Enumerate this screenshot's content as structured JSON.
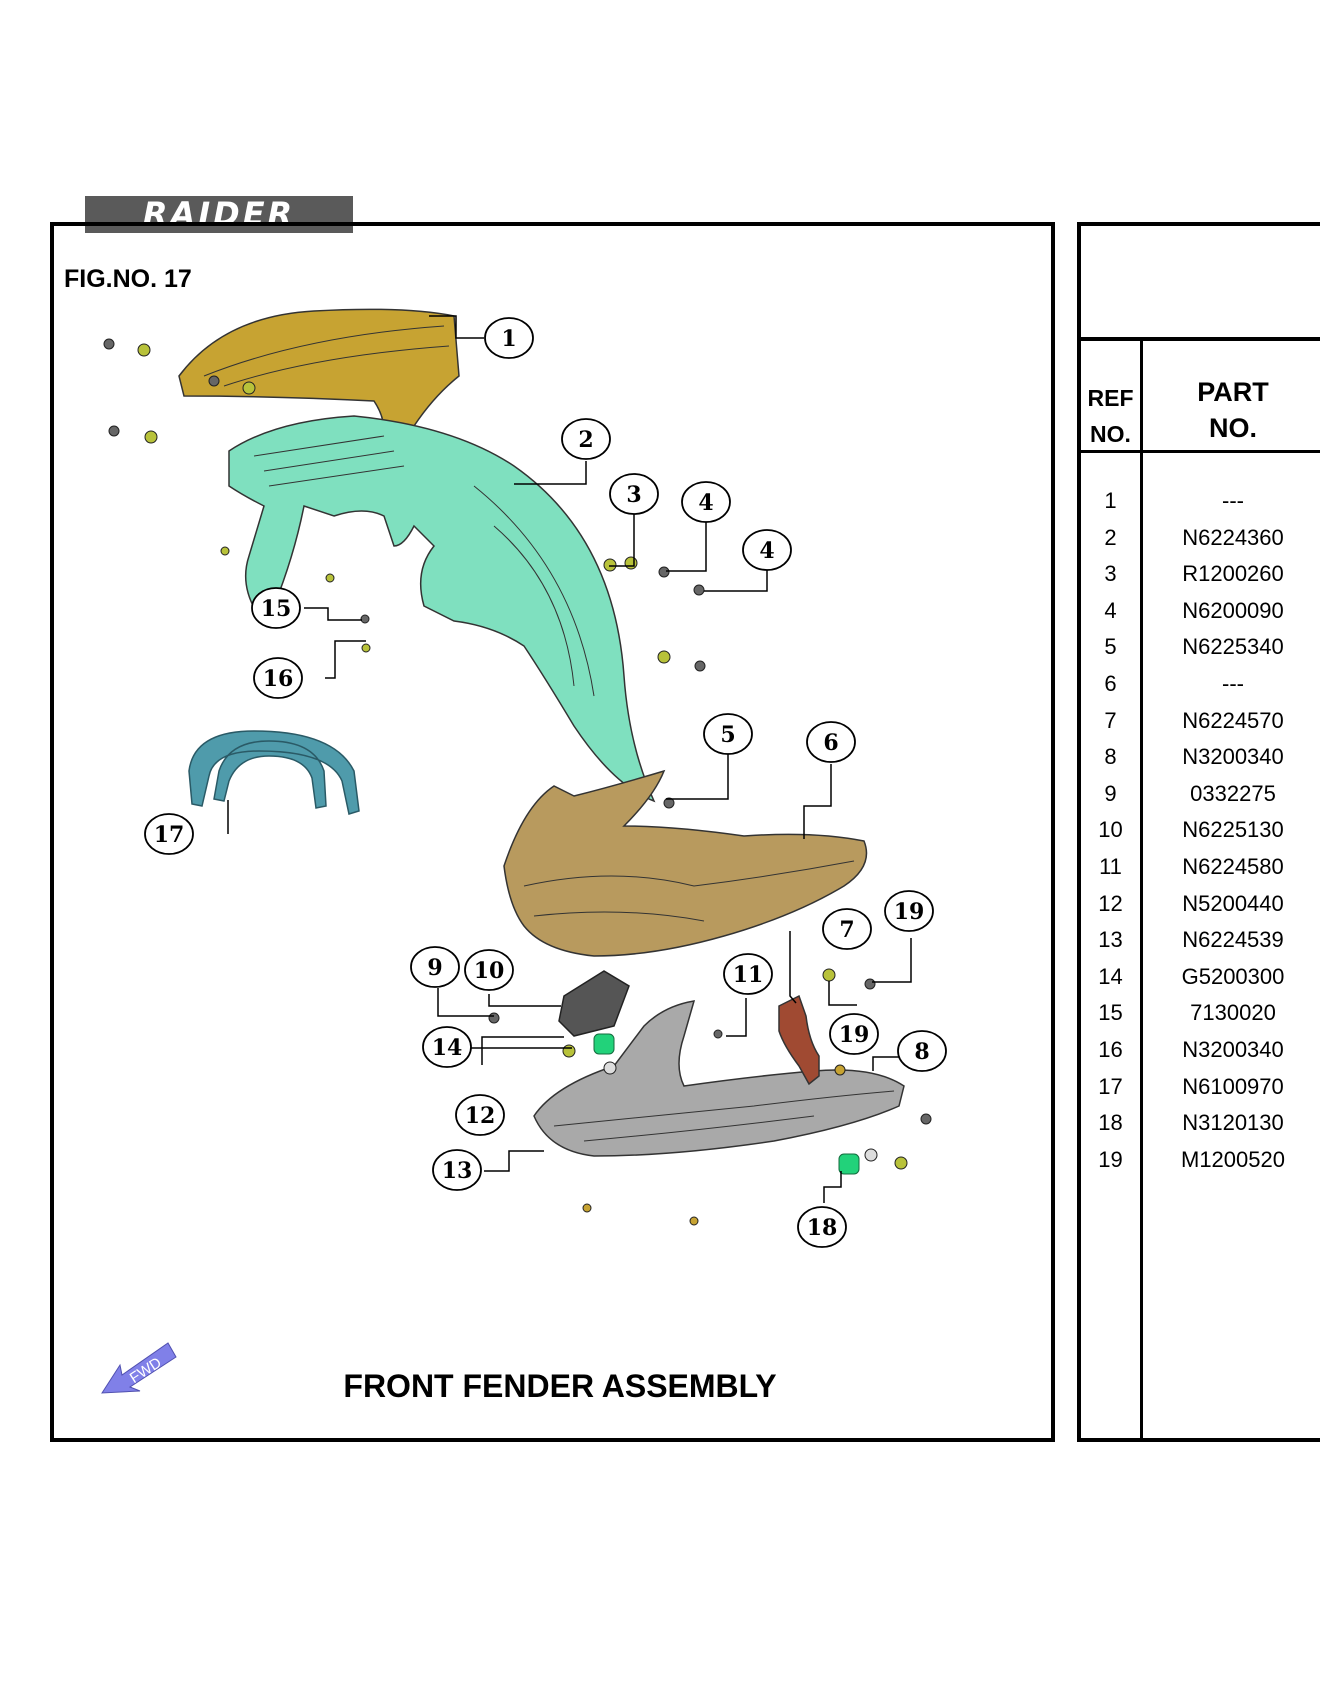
{
  "header": {
    "brand_logo_text": "RAIDER",
    "figure_number": "FIG.NO. 17"
  },
  "diagram": {
    "title": "FRONT FENDER ASSEMBLY",
    "direction_label": "FWD",
    "callouts": [
      "1",
      "2",
      "3",
      "4",
      "4",
      "5",
      "6",
      "7",
      "8",
      "9",
      "10",
      "11",
      "12",
      "13",
      "14",
      "15",
      "16",
      "17",
      "18",
      "19",
      "19"
    ],
    "colors": {
      "fender_cover": "#c7a332",
      "front_fender": "#7fe0bf",
      "brace": "#4f9bab",
      "lower_cover": "#b89a5e",
      "splash_guard": "#a9a9a9",
      "bracket": "#a04a32",
      "damper": "#22d27a",
      "fwd_arrow": "#8080e8"
    }
  },
  "parts_table": {
    "headers": {
      "ref_line1": "REF",
      "ref_line2": "NO.",
      "part_line1": "PART",
      "part_line2": "NO."
    },
    "rows": [
      {
        "ref": "1",
        "part": "---"
      },
      {
        "ref": "2",
        "part": "N6224360"
      },
      {
        "ref": "3",
        "part": "R1200260"
      },
      {
        "ref": "4",
        "part": "N6200090"
      },
      {
        "ref": "5",
        "part": "N6225340"
      },
      {
        "ref": "6",
        "part": "---"
      },
      {
        "ref": "7",
        "part": "N6224570"
      },
      {
        "ref": "8",
        "part": "N3200340"
      },
      {
        "ref": "9",
        "part": "0332275"
      },
      {
        "ref": "10",
        "part": "N6225130"
      },
      {
        "ref": "11",
        "part": "N6224580"
      },
      {
        "ref": "12",
        "part": "N5200440"
      },
      {
        "ref": "13",
        "part": "N6224539"
      },
      {
        "ref": "14",
        "part": "G5200300"
      },
      {
        "ref": "15",
        "part": "7130020"
      },
      {
        "ref": "16",
        "part": "N3200340"
      },
      {
        "ref": "17",
        "part": "N6100970"
      },
      {
        "ref": "18",
        "part": "N3120130"
      },
      {
        "ref": "19",
        "part": "M1200520"
      }
    ]
  }
}
